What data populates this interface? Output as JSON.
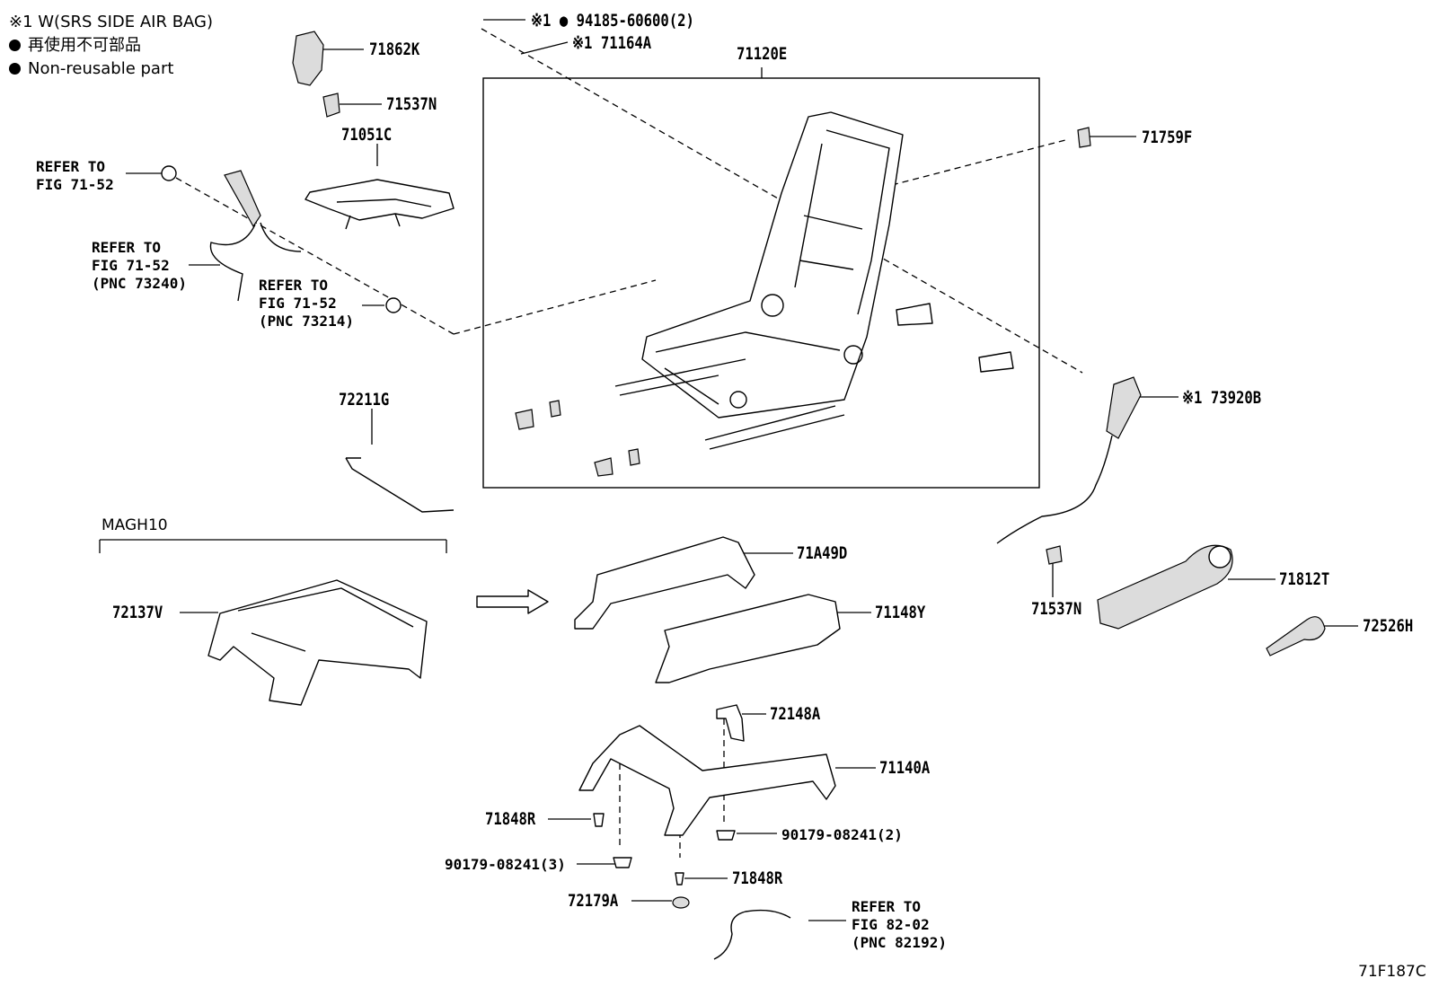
{
  "legend": {
    "side_airbag_note": "※1 W(SRS SIDE AIR BAG)",
    "nonreusable_jp": "再使用不可部品",
    "nonreusable_en": "Non-reusable part"
  },
  "labels": {
    "p71862K": "71862K",
    "p71537N_top": "71537N",
    "p71051C": "71051C",
    "p94185": "※1 ● 94185-60600(2)",
    "p71164A": "※1 71164A",
    "p71120E": "71120E",
    "p71759F": "71759F",
    "p73920B": "※1 73920B",
    "p72211G": "72211G",
    "magh10": "MAGH10",
    "p72137V": "72137V",
    "p71A49D": "71A49D",
    "p71148Y": "71148Y",
    "p71537N_bottom": "71537N",
    "p71812T": "71812T",
    "p72526H": "72526H",
    "p72148A": "72148A",
    "p71140A": "71140A",
    "p71848R_left": "71848R",
    "p90179_right": "90179-08241(2)",
    "p90179_left": "90179-08241(3)",
    "p71848R_bottom": "71848R",
    "p72179A": "72179A",
    "figure_code": "71F187C"
  },
  "references": {
    "ref1": {
      "line1": "REFER TO",
      "line2": "FIG 71-52"
    },
    "ref2": {
      "line1": "REFER TO",
      "line2": "FIG 71-52",
      "line3": "(PNC 73240)"
    },
    "ref3": {
      "line1": "REFER TO",
      "line2": "FIG 71-52",
      "line3": "(PNC 73214)"
    },
    "ref4": {
      "line1": "REFER TO",
      "line2": "FIG 82-02",
      "line3": "(PNC 82192)"
    }
  }
}
